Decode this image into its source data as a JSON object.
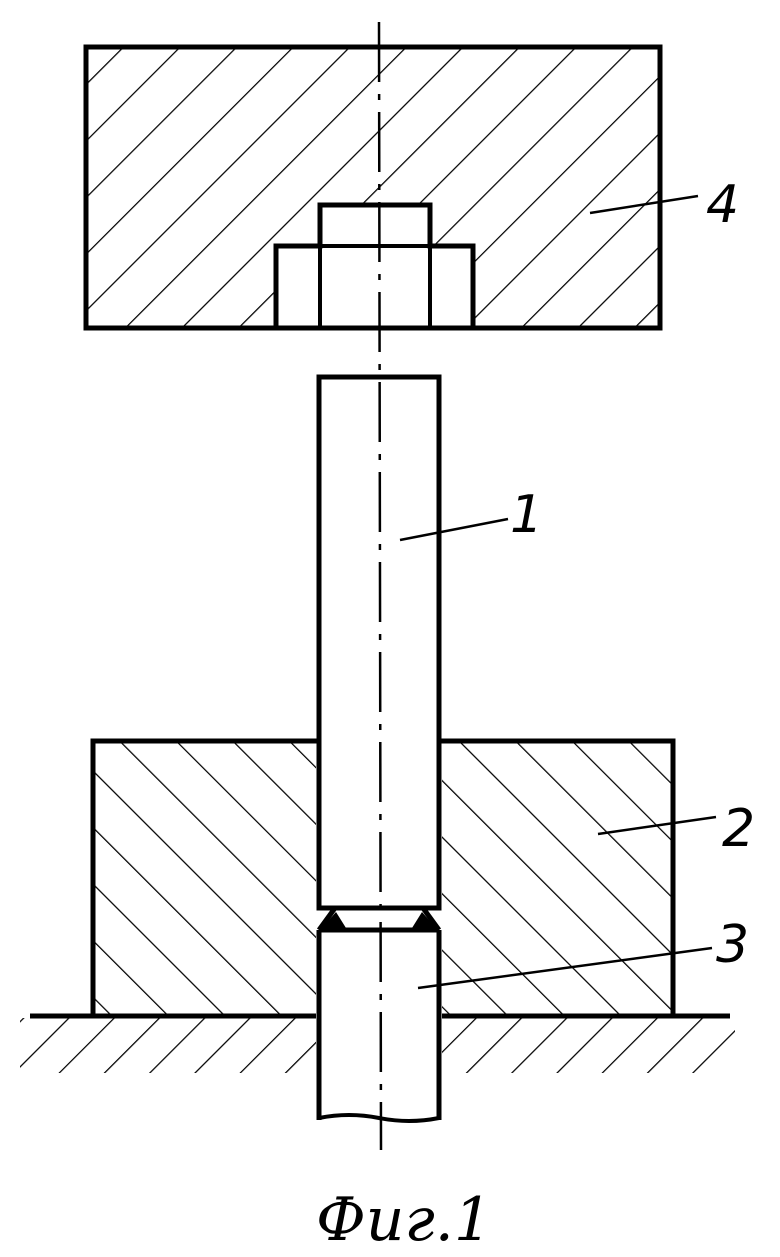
{
  "figure": {
    "caption": "Фиг.1",
    "callouts": [
      {
        "id": "4",
        "label": "4"
      },
      {
        "id": "1",
        "label": "1"
      },
      {
        "id": "2",
        "label": "2"
      },
      {
        "id": "3",
        "label": "3"
      }
    ]
  },
  "colors": {
    "line": "#000000",
    "background": "#ffffff"
  }
}
